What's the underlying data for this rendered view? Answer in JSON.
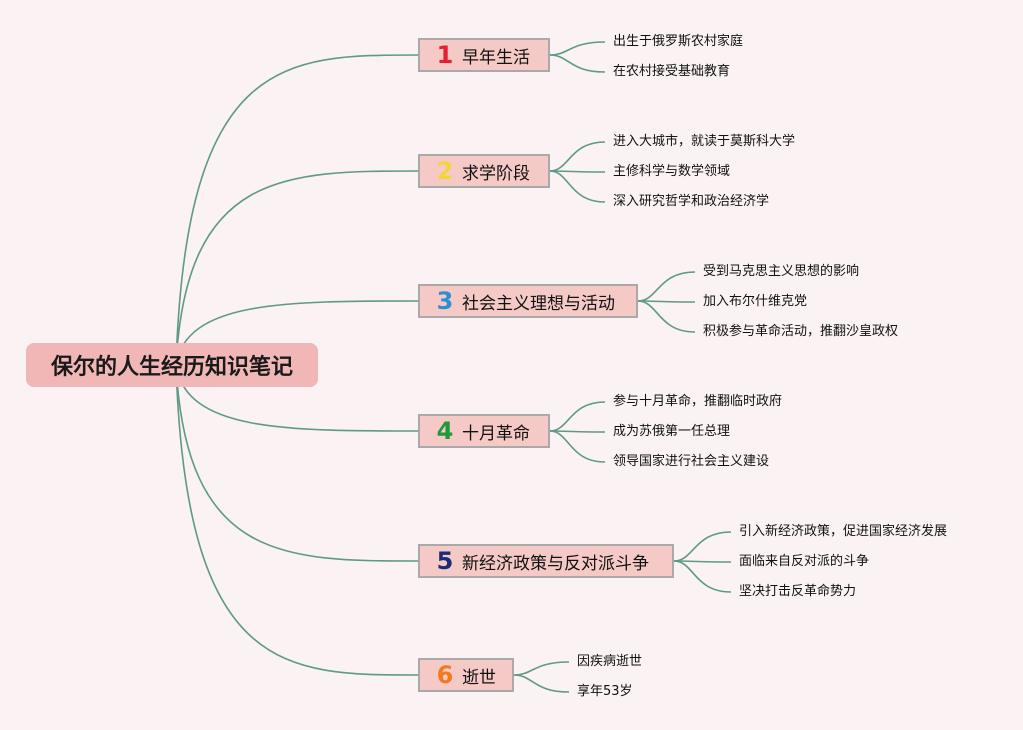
{
  "root": {
    "title": "保尔的人生经历知识笔记"
  },
  "link_color": "#5e9a85",
  "branches": [
    {
      "num": "1",
      "num_color": "#e3202b",
      "title": "早年生活",
      "items": [
        "出生于俄罗斯农村家庭",
        "在农村接受基础教育"
      ]
    },
    {
      "num": "2",
      "num_color": "#f3d43a",
      "title": "求学阶段",
      "items": [
        "进入大城市，就读于莫斯科大学",
        "主修科学与数学领域",
        "深入研究哲学和政治经济学"
      ]
    },
    {
      "num": "3",
      "num_color": "#2d8fd0",
      "title": "社会主义理想与活动",
      "items": [
        "受到马克思主义思想的影响",
        "加入布尔什维克党",
        "积极参与革命活动，推翻沙皇政权"
      ]
    },
    {
      "num": "4",
      "num_color": "#1f9a3a",
      "title": "十月革命",
      "items": [
        "参与十月革命，推翻临时政府",
        "成为苏俄第一任总理",
        "领导国家进行社会主义建设"
      ]
    },
    {
      "num": "5",
      "num_color": "#1c2a78",
      "title": "新经济政策与反对派斗争",
      "items": [
        "引入新经济政策，促进国家经济发展",
        "面临来自反对派的斗争",
        "坚决打击反革命势力"
      ]
    },
    {
      "num": "6",
      "num_color": "#f07a1c",
      "title": "逝世",
      "items": [
        "因疾病逝世",
        "享年53岁"
      ]
    }
  ]
}
